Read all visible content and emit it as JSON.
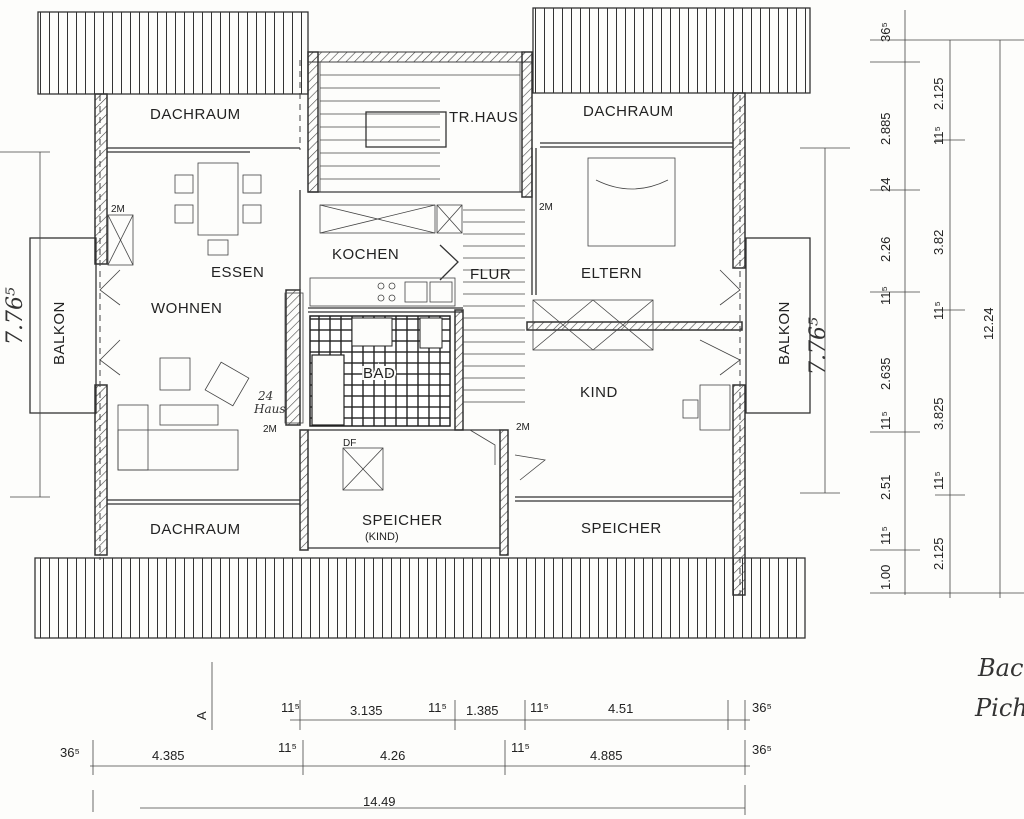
{
  "rooms": {
    "dachraum_top_left": "DACHRAUM",
    "tr_haus": "TR.HAUS",
    "dachraum_top_right": "DACHRAUM",
    "essen": "ESSEN",
    "kochen": "KOCHEN",
    "flur": "FLUR",
    "eltern": "ELTERN",
    "wohnen": "WOHNEN",
    "balkon_left": "BALKON",
    "balkon_right": "BALKON",
    "bad": "BAD",
    "kind": "KIND",
    "dachraum_bottom": "DACHRAUM",
    "speicher_kind": "SPEICHER",
    "speicher_kind_sub": "(KIND)",
    "speicher_right": "SPEICHER",
    "df": "DF"
  },
  "markers": {
    "two_m_1": "2M",
    "two_m_2": "2M",
    "two_m_3": "2M",
    "two_m_4": "2M"
  },
  "handwriting": {
    "height_left": "7.76⁵",
    "height_right": "7.76⁵",
    "note_bad_1": "24",
    "note_bad_2": "Haus",
    "corner_1": "Bac",
    "corner_2": "Pich"
  },
  "section_marker": "A",
  "dims_bottom_row1": [
    "11⁵",
    "3.135",
    "11⁵",
    "1.385",
    "11⁵",
    "4.51",
    "36⁵"
  ],
  "dims_bottom_row2": [
    "36⁵",
    "4.385",
    "11⁵",
    "4.26",
    "11⁵",
    "4.885",
    "36⁵"
  ],
  "dims_bottom_total": "14.49",
  "dims_right_col1": [
    "36⁵",
    "2.885",
    "24",
    "2.26",
    "11⁵",
    "2.635",
    "11⁵",
    "2.51",
    "11⁵",
    "1.00"
  ],
  "dims_right_col2": [
    "2.125",
    "11⁵",
    "3.82",
    "11⁵",
    "3.825",
    "11⁵",
    "2.125"
  ],
  "dims_right_total": "12.24"
}
